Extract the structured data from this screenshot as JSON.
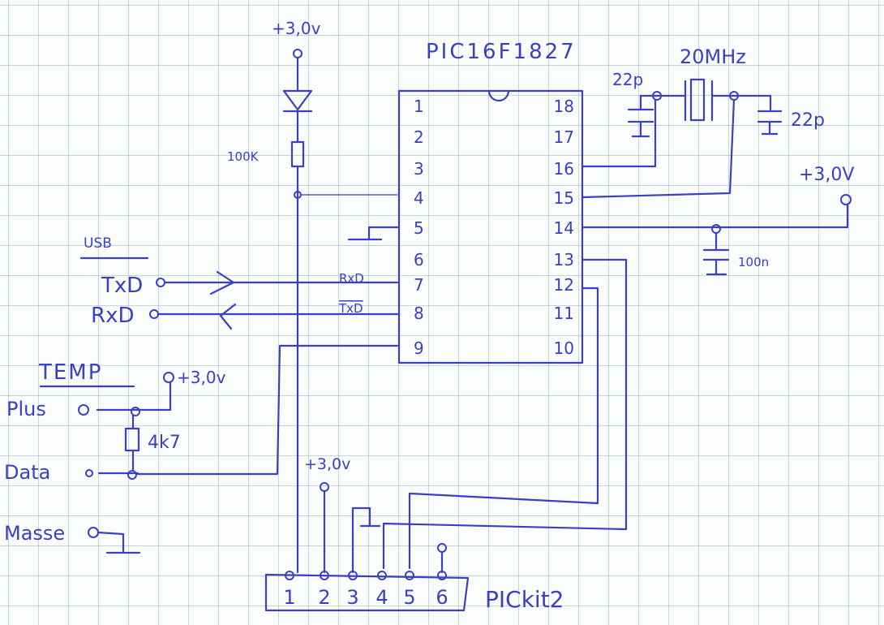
{
  "title": "PIC16F1827",
  "supply_label": "+3,0V",
  "supply_label_alt": "+3,0v",
  "resistor_100k": "100K",
  "crystal": {
    "freq": "20MHz",
    "cap_left": "22p",
    "cap_right": "22p"
  },
  "decoupling_cap": "100n",
  "chip_pins_left": [
    "1",
    "2",
    "3",
    "4",
    "5",
    "6",
    "7",
    "8",
    "9"
  ],
  "chip_pins_right": [
    "18",
    "17",
    "16",
    "15",
    "14",
    "13",
    "12",
    "11",
    "10"
  ],
  "signal_rxd": "RxD",
  "signal_txd": "TxD",
  "usb": {
    "title": "USB",
    "txd": "TxD",
    "rxd": "RxD"
  },
  "temp": {
    "title": "TEMP",
    "plus": "Plus",
    "data": "Data",
    "masse": "Masse",
    "resistor": "4k7"
  },
  "pickit": {
    "label": "PICkit2",
    "pins": [
      "1",
      "2",
      "3",
      "4",
      "5",
      "6"
    ]
  },
  "ink_color": "#3a3fc4"
}
